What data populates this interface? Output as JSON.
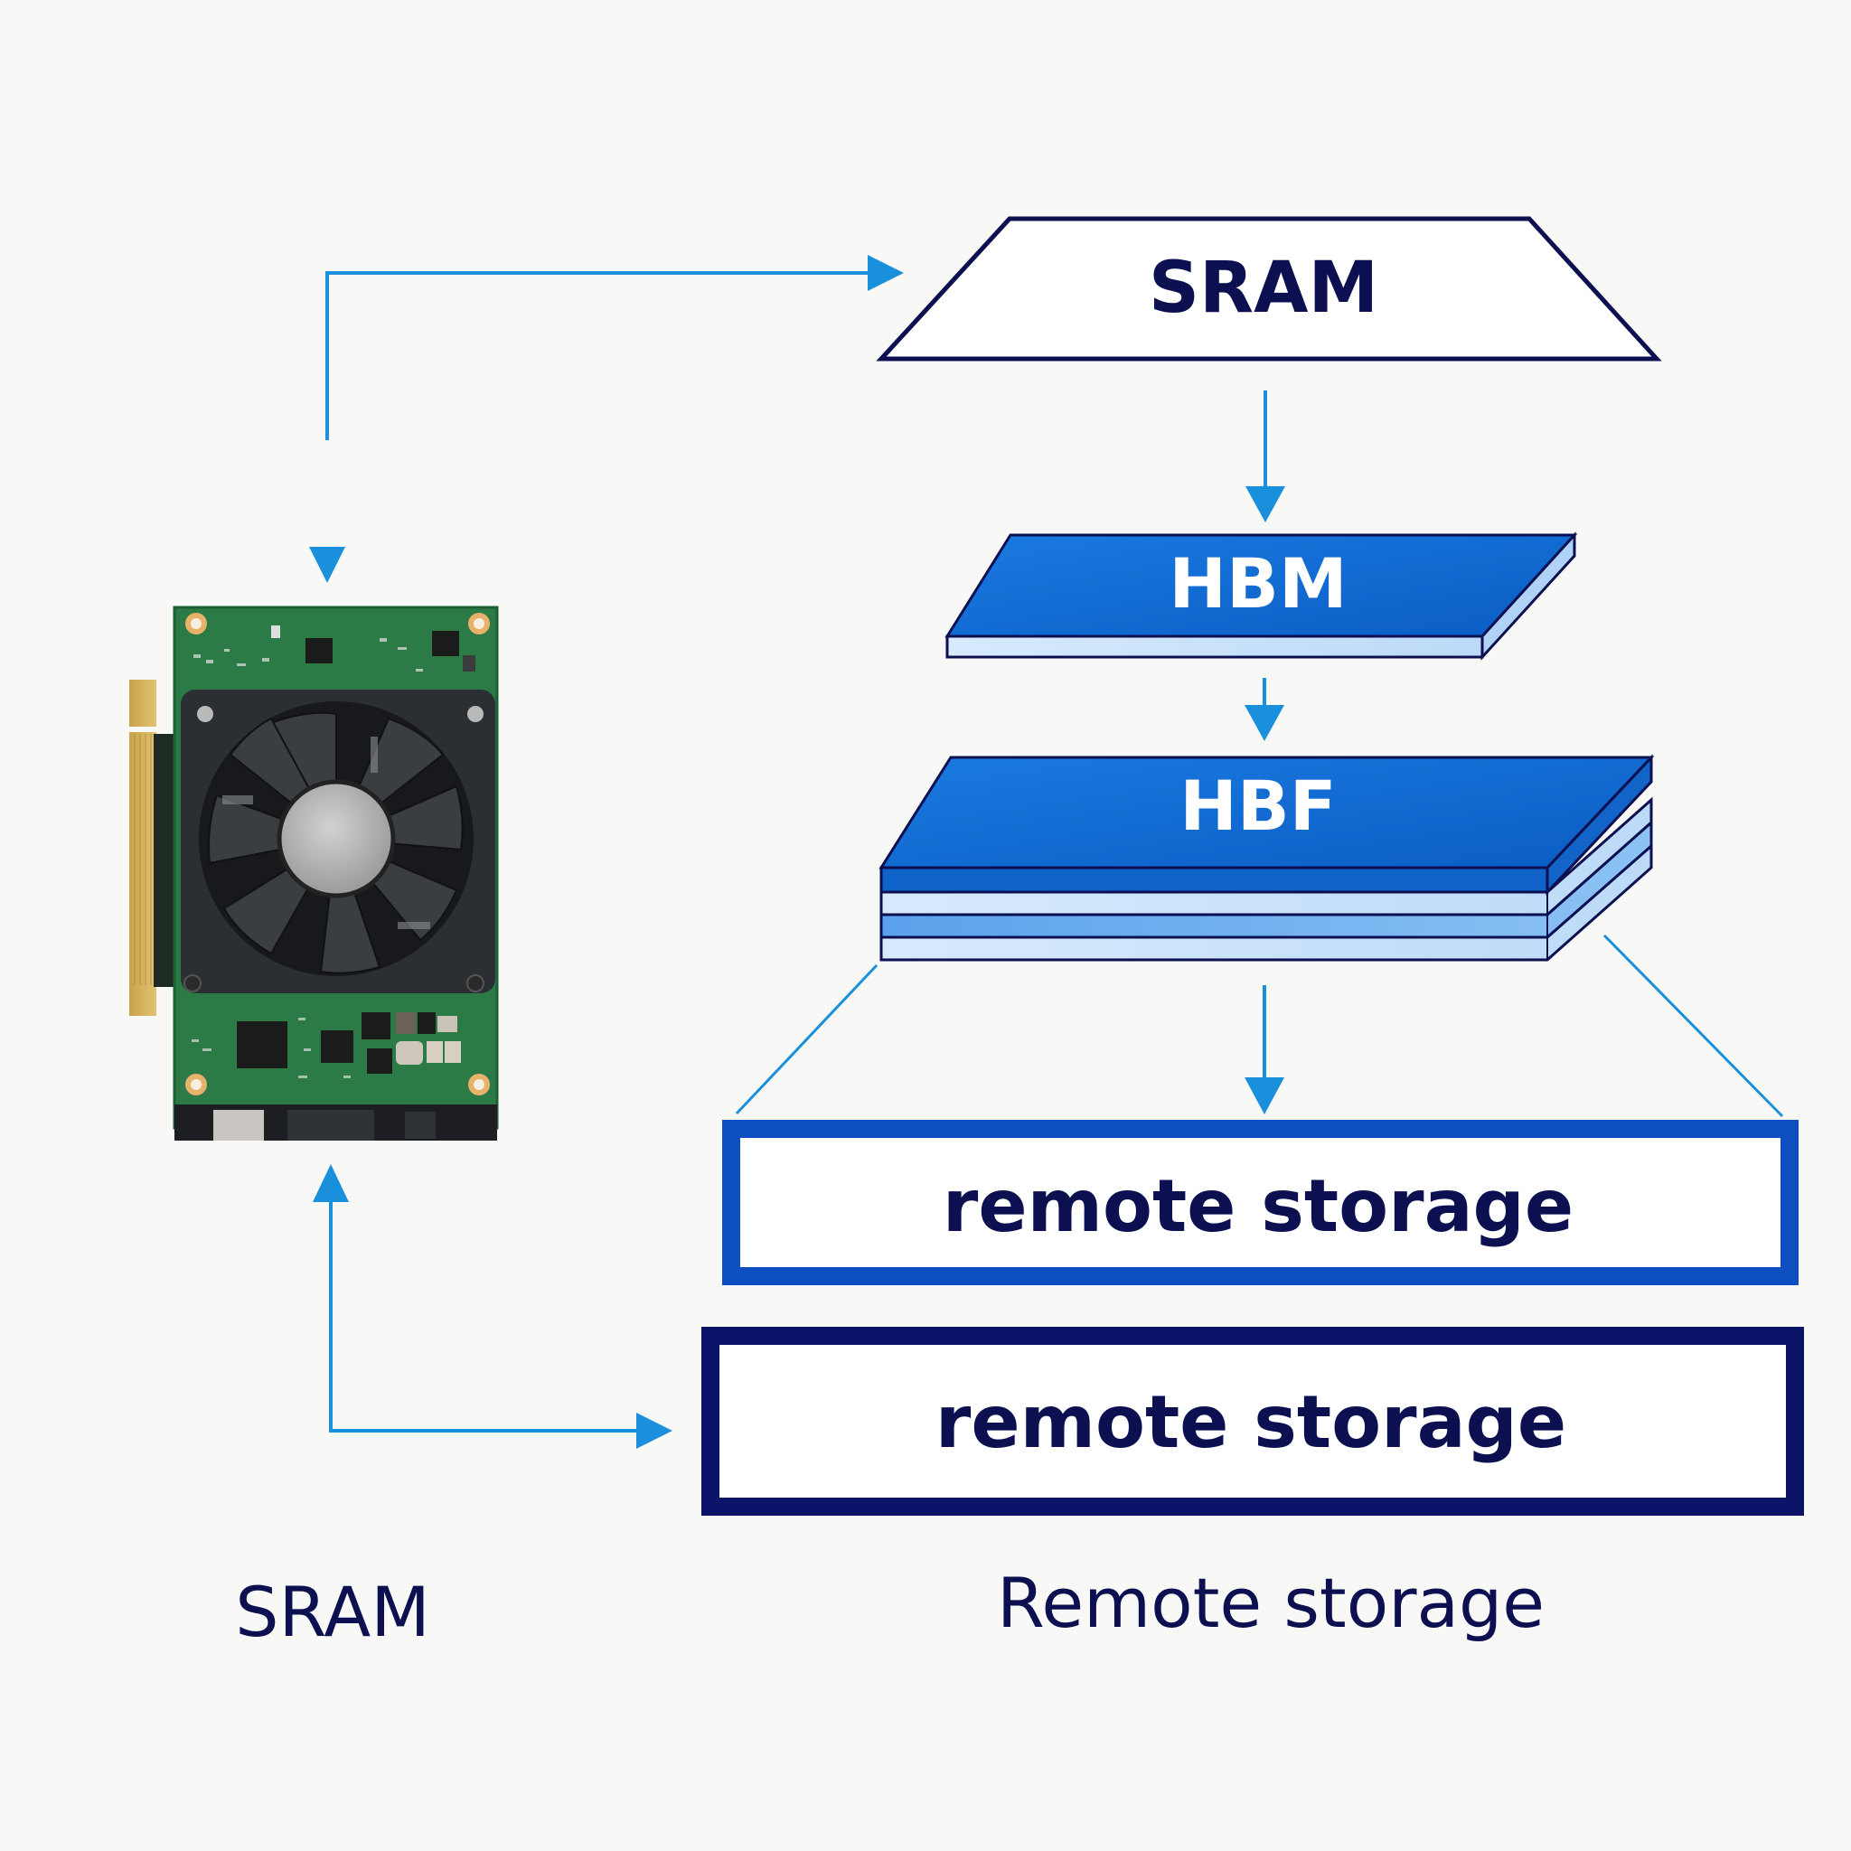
{
  "diagram": {
    "nodes": {
      "sram_tier": {
        "label": "SRAM",
        "shape": "trapezoid"
      },
      "hbm_tier": {
        "label": "HBM",
        "shape": "slab"
      },
      "hbf_tier": {
        "label": "HBF",
        "shape": "stacked-slabs",
        "layers": 4
      },
      "remote_storage_1": {
        "label": "remote storage",
        "border_color": "#0d4fc0"
      },
      "remote_storage_2": {
        "label": "remote storage",
        "border_color": "#0b1468"
      },
      "gpu_card": {
        "icon": "gpu-card-icon"
      }
    },
    "captions": {
      "left": "SRAM",
      "right": "Remote storage"
    },
    "edges": [
      {
        "from": "gpu_card",
        "to": "sram_tier",
        "style": "bidirectional-elbow"
      },
      {
        "from": "sram_tier",
        "to": "hbm_tier",
        "style": "down-arrow"
      },
      {
        "from": "hbm_tier",
        "to": "hbf_tier",
        "style": "down-arrow"
      },
      {
        "from": "hbf_tier",
        "to": "remote_storage_1",
        "style": "down-arrow-with-flare"
      },
      {
        "from": "gpu_card",
        "to": "remote_storage_2",
        "style": "bidirectional-elbow"
      }
    ],
    "colors": {
      "arrow": "#1a8fdc",
      "navy_text": "#0c1050",
      "slab_top": "#0f6ad0",
      "slab_edge": "#cfe4fa",
      "slab_mid": "#7fb8f2",
      "background": "#f8f8f6"
    }
  }
}
